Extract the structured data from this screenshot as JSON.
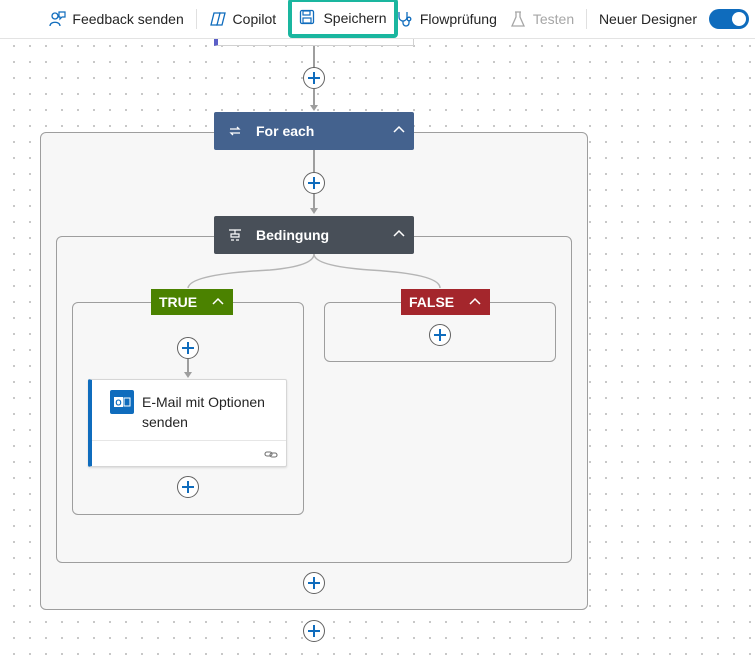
{
  "toolbar": {
    "feedback_label": "Feedback senden",
    "copilot_label": "Copilot",
    "save_label": "Speichern",
    "flowcheck_label": "Flowprüfung",
    "test_label": "Testen",
    "new_designer_label": "Neuer Designer",
    "new_designer_enabled": true
  },
  "flow": {
    "foreach": {
      "label": "For each",
      "color": "#44628e"
    },
    "condition": {
      "label": "Bedingung",
      "color": "#484f58"
    },
    "true_branch": {
      "label": "TRUE",
      "color": "#4b8200"
    },
    "false_branch": {
      "label": "FALSE",
      "color": "#a4262c"
    },
    "email_action": {
      "label": "E-Mail mit Optionen senden",
      "accent": "#0f6cbd"
    }
  },
  "colors": {
    "highlight": "#1ab69f",
    "plus": "#0f6cbd"
  }
}
